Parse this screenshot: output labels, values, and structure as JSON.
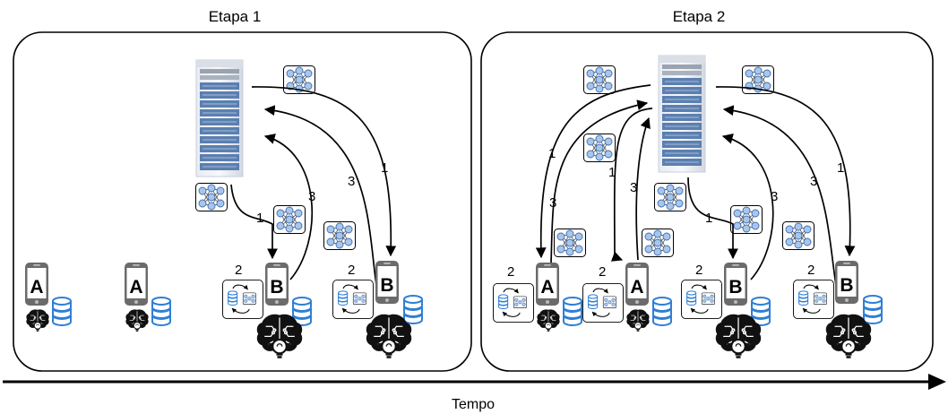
{
  "stages": [
    {
      "title": "Etapa 1",
      "phones": [
        {
          "letter": "A",
          "brain": "small-brain-icon",
          "local_training": false
        },
        {
          "letter": "A",
          "brain": "small-brain-icon",
          "local_training": false
        },
        {
          "letter": "B",
          "brain": "large-brain-icon",
          "local_training": true
        },
        {
          "letter": "B",
          "brain": "large-brain-icon",
          "local_training": true
        }
      ],
      "step_labels": [
        "1",
        "1",
        "3",
        "3",
        "2",
        "2"
      ]
    },
    {
      "title": "Etapa 2",
      "phones": [
        {
          "letter": "A",
          "brain": "small-brain-icon",
          "local_training": true
        },
        {
          "letter": "A",
          "brain": "small-brain-icon",
          "local_training": true
        },
        {
          "letter": "B",
          "brain": "large-brain-icon",
          "local_training": true
        },
        {
          "letter": "B",
          "brain": "large-brain-icon",
          "local_training": true
        }
      ],
      "step_labels": [
        "1",
        "3",
        "1",
        "3",
        "1",
        "3",
        "3",
        "1",
        "2",
        "2",
        "2",
        "2"
      ]
    }
  ],
  "icons": {
    "server": "server-rack-icon",
    "model": "neural-network-icon",
    "phone": "smartphone-icon",
    "database": "database-icon",
    "brain": "brain-lightbulb-icon"
  },
  "colors": {
    "server_blue": "#5b7fb0",
    "database_blue": "#2e7fd6",
    "node_blue": "#7aa7dc",
    "phone_gray": "#6b6b6b"
  },
  "axis": {
    "label": "Tempo"
  }
}
